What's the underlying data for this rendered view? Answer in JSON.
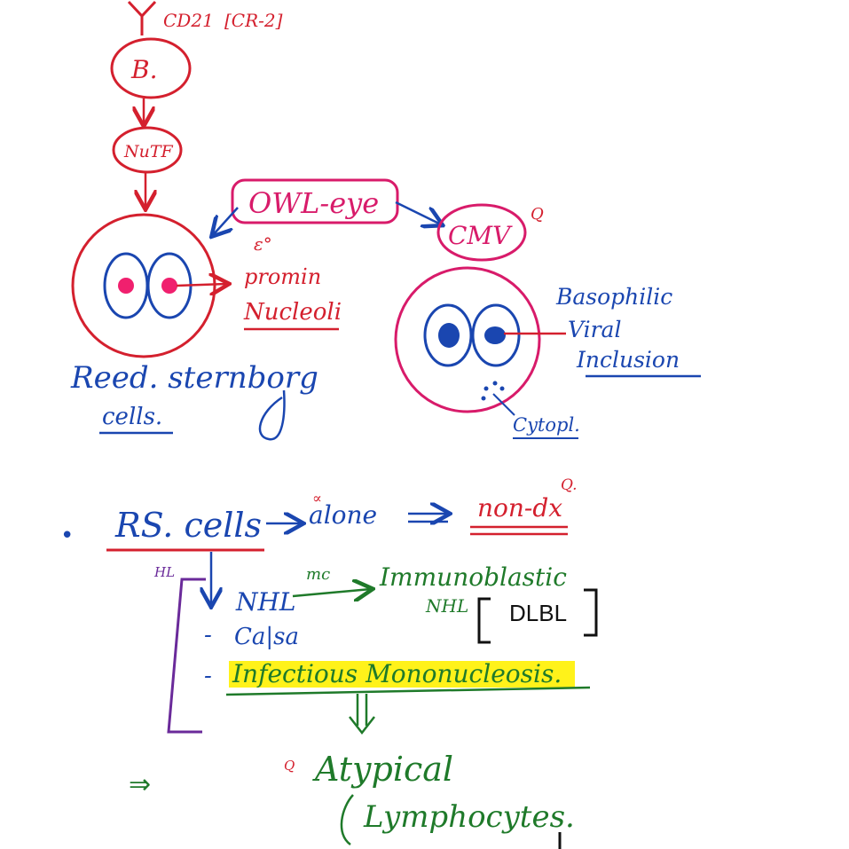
{
  "colors": {
    "red": "#d4202e",
    "pink": "#d81b6a",
    "magenta": "#f0206e",
    "blue": "#1a46b0",
    "green": "#1f7a2a",
    "purple": "#6a2a9a",
    "black": "#111111",
    "highlight": "#fff21a"
  },
  "top": {
    "receptor": "CD21",
    "receptor_alt": "[CR-2]",
    "b_cell": "B.",
    "nutf": "NuTF"
  },
  "owl_eye": {
    "label": "OWL-eye",
    "cmv": "CMV",
    "cmv_mark": "Q"
  },
  "rs_cell": {
    "epsilon": "ε°",
    "promin": "promin",
    "nucleoli": "Nucleoli",
    "name_line1": "Reed. sternborg",
    "name_line2": "cells."
  },
  "cmv_cell": {
    "line1": "Basophilic",
    "line2": "Viral",
    "line3": "Inclusion",
    "cytopl": "Cytopl."
  },
  "bottom": {
    "bullet": "•",
    "rs_cells": "RS. cells",
    "alone_mark": "∝",
    "alone": "alone",
    "non_dx": "non-dx",
    "q_mark": "Q.",
    "hl": "HL",
    "nhl": "NHL",
    "mc": "mc",
    "immunoblastic": "Immunoblastic",
    "nhl2": "NHL",
    "dlbl": "DLBL",
    "dash1": "-",
    "calsa": "Ca|sa",
    "dash2": "-",
    "infectious": "Infectious Mononucleosis.",
    "q_small": "Q",
    "atypical": "Atypical",
    "lymphocytes": "Lymphocytes.",
    "implies": "⇒"
  }
}
